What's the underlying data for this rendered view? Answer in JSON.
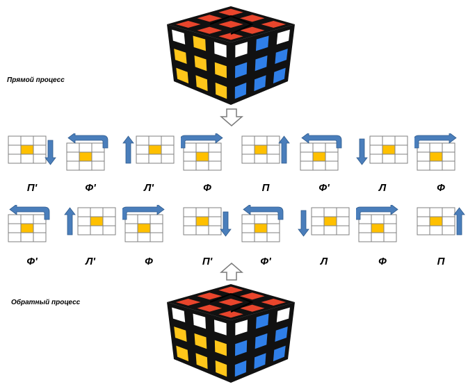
{
  "captions": {
    "forward": "Прямой процесс",
    "reverse": "Обратный процесс"
  },
  "row1": [
    {
      "label": "П'",
      "move": "down-right"
    },
    {
      "label": "Ф'",
      "move": "over-left"
    },
    {
      "label": "Л'",
      "move": "up-left"
    },
    {
      "label": "Ф",
      "move": "over-right"
    },
    {
      "label": "П",
      "move": "up-right"
    },
    {
      "label": "Ф'",
      "move": "over-left"
    },
    {
      "label": "Л",
      "move": "down-left"
    },
    {
      "label": "Ф",
      "move": "over-right"
    }
  ],
  "row2": [
    {
      "label": "Ф'",
      "move": "over-left"
    },
    {
      "label": "Л'",
      "move": "up-left"
    },
    {
      "label": "Ф",
      "move": "over-right"
    },
    {
      "label": "П'",
      "move": "down-right"
    },
    {
      "label": "Ф'",
      "move": "over-left"
    },
    {
      "label": "Л",
      "move": "down-left"
    },
    {
      "label": "Ф",
      "move": "over-right"
    },
    {
      "label": "П",
      "move": "up-right"
    }
  ],
  "colors": {
    "center": "#FFC000",
    "arrow": "#4A7EBB",
    "arrow_stroke": "#2E5A8C",
    "grid": "#7F7F7F",
    "cube_yellow": "#FFC61A",
    "cube_blue": "#2F7FE8",
    "cube_white": "#FFFFFF",
    "cube_red": "#E8452C"
  }
}
